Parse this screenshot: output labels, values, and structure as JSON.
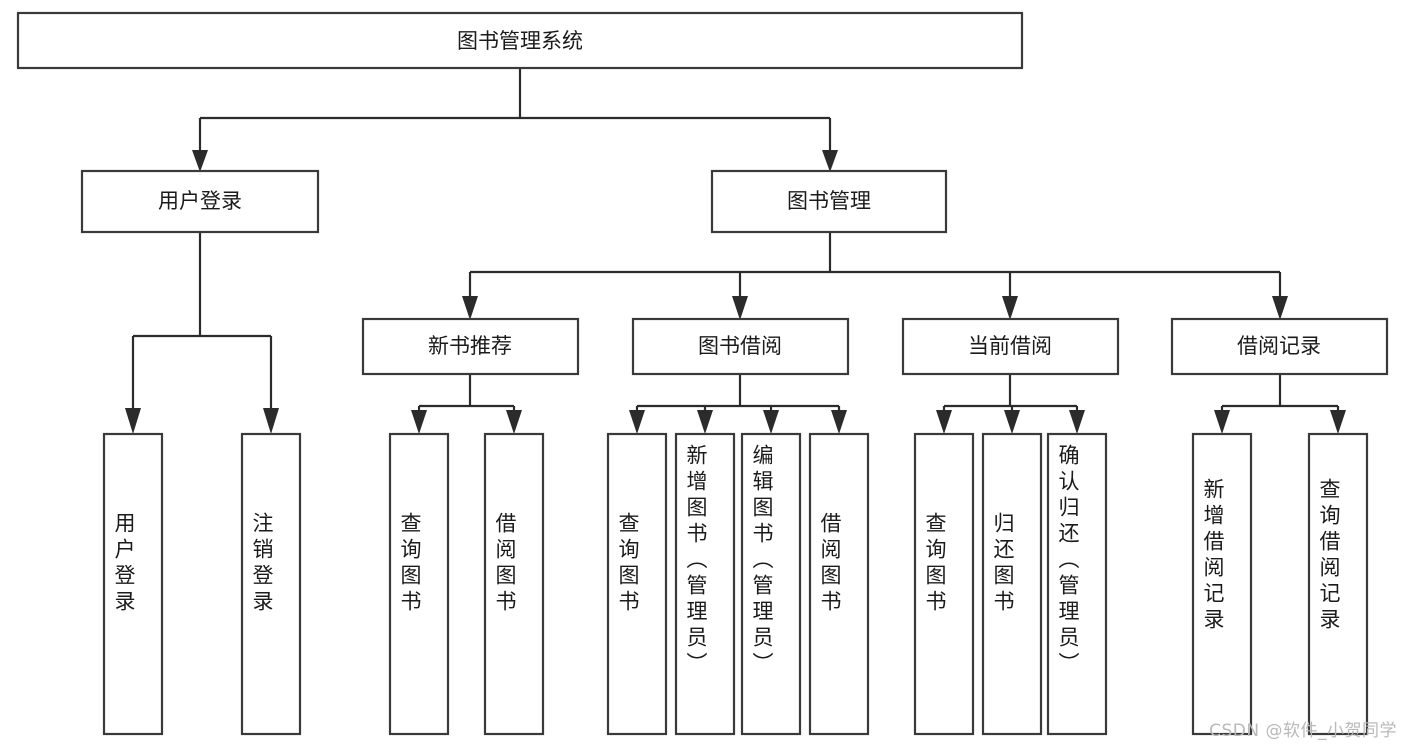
{
  "diagram": {
    "title": "图书管理系统",
    "type": "tree-hierarchy-diagram",
    "colors": {
      "box_fill": "#ffffff",
      "box_stroke": "#3a3a3a",
      "connector": "#2b2b2b",
      "text": "#1b1b1b",
      "watermark": "#b9b9b9",
      "background": "#ffffff"
    },
    "root": {
      "label": "图书管理系统"
    },
    "level2": [
      {
        "label": "用户登录"
      },
      {
        "label": "图书管理"
      }
    ],
    "level3": [
      {
        "label": "新书推荐"
      },
      {
        "label": "图书借阅"
      },
      {
        "label": "当前借阅"
      },
      {
        "label": "借阅记录"
      }
    ],
    "leaves": {
      "user_login": [
        {
          "label": "用户登录"
        },
        {
          "label": "注销登录"
        }
      ],
      "new_book": [
        {
          "label": "查询图书"
        },
        {
          "label": "借阅图书"
        }
      ],
      "book_borrow": [
        {
          "label": "查询图书"
        },
        {
          "label": "新增图书（管理员）"
        },
        {
          "label": "编辑图书（管理员）"
        },
        {
          "label": "借阅图书"
        }
      ],
      "current_borrow": [
        {
          "label": "查询图书"
        },
        {
          "label": "归还图书"
        },
        {
          "label": "确认归还（管理员）"
        }
      ],
      "borrow_record": [
        {
          "label": "新增借阅记录"
        },
        {
          "label": "查询借阅记录"
        }
      ]
    },
    "watermark": "CSDN @软件_小贺同学"
  }
}
